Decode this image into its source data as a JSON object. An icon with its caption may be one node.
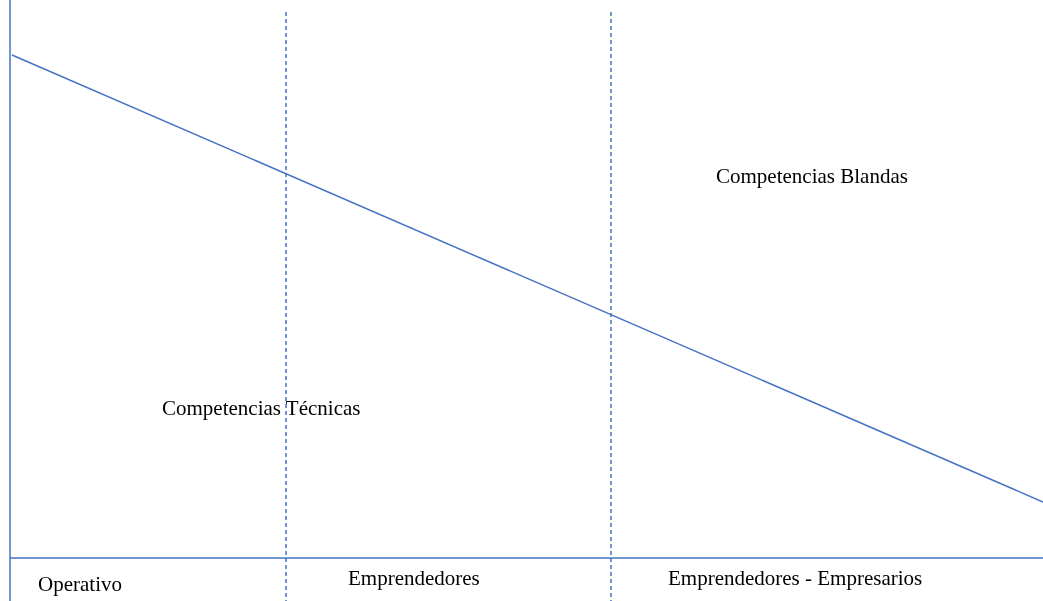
{
  "diagram": {
    "labels": [
      "Competencias Blandas",
      "Competencias Técnicas",
      "Operativo",
      "Emprendedores",
      "Emprendedores - Empresarios"
    ]
  }
}
